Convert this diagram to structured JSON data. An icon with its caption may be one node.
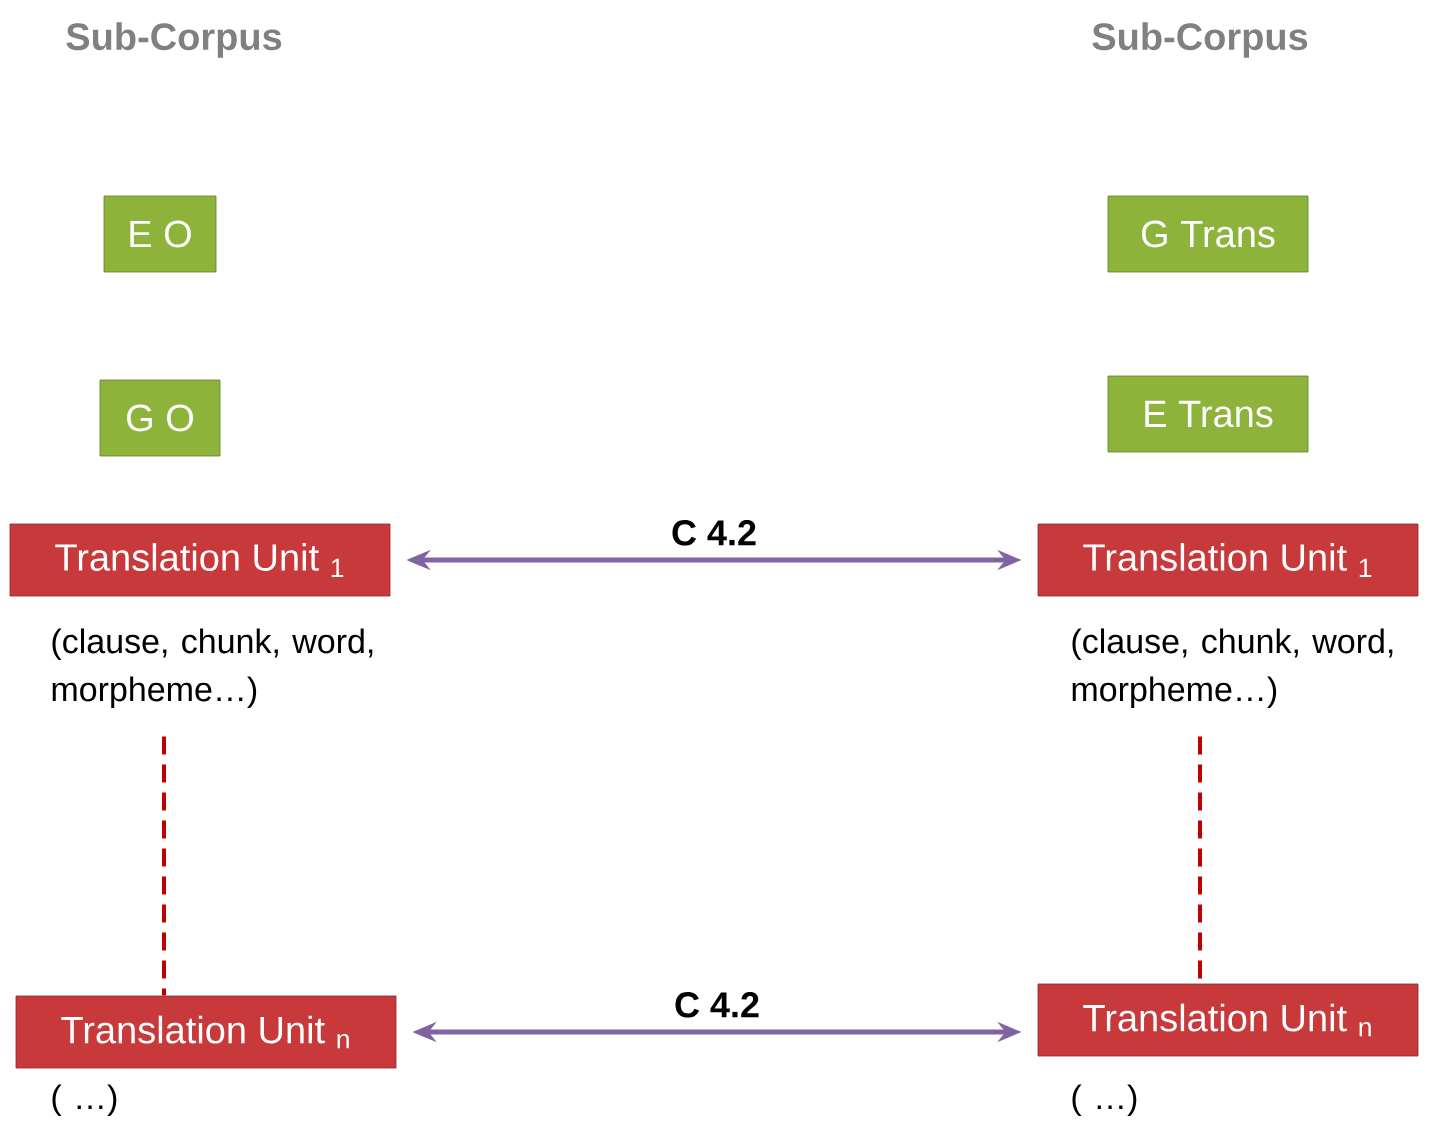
{
  "diagram": {
    "nodes": [
      {
        "text": [
          "E O"
        ]
      },
      {
        "text": [
          "G O"
        ]
      },
      {
        "text": [
          "G Trans"
        ]
      },
      {
        "text": [
          "E Trans"
        ]
      },
      {
        "text": [
          "Translation Unit $_{1}$"
        ],
        "beside": [
          "(clause, chunk, word, morpheme…)"
        ]
      },
      {
        "text": [
          "Translation Unit $_{1}$"
        ],
        "beside": [
          "(clause, chunk, word, morpheme…)"
        ]
      },
      {
        "text": [
          "Translation Unit $_{n}$"
        ],
        "beside": [
          "( …)"
        ]
      },
      {
        "text": [
          "Translation Unit $_{n}$"
        ],
        "beside": [
          "( …)"
        ]
      }
    ],
    "edges": [
      {
        "from": 4,
        "to": 5,
        "arrow": "both",
        "label": "C 4.2"
      },
      {
        "from": 6,
        "to": 7,
        "arrow": "both",
        "label": "C 4.2"
      },
      {
        "from": 4,
        "to": 6,
        "arrow": "none",
        "style": "dashed",
        "color": "#c00000"
      },
      {
        "from": 5,
        "to": 7,
        "arrow": "none",
        "style": "dashed",
        "color": "#c00000"
      }
    ],
    "labels": [
      "Sub-Corpus",
      "Sub-Corpus"
    ]
  }
}
